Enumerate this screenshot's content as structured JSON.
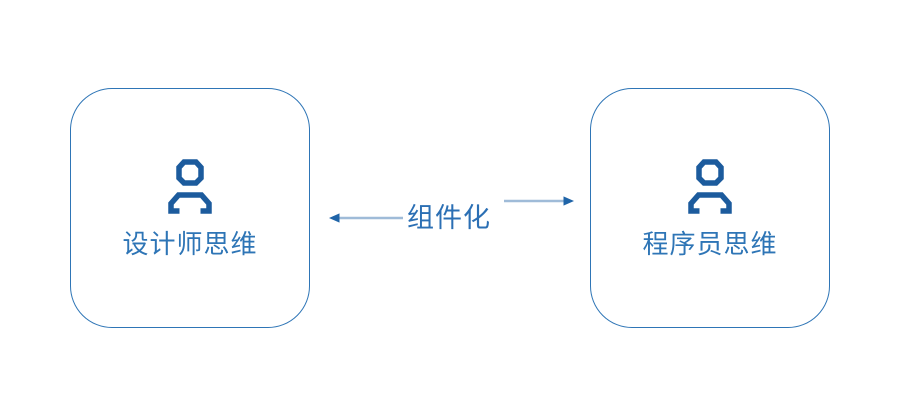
{
  "diagram": {
    "left_box": {
      "label": "设计师思维",
      "icon": "person-icon"
    },
    "right_box": {
      "label": "程序员思维",
      "icon": "person-icon"
    },
    "center_label": "组件化",
    "arrows": [
      {
        "direction": "left",
        "from": "center-label",
        "to": "left_box"
      },
      {
        "direction": "right",
        "from": "center-label",
        "to": "right_box"
      }
    ],
    "colors": {
      "box_border": "#2e75b6",
      "box_label": "#2e75b6",
      "center_label": "#2b6fb4",
      "icon": "#1c5b9d",
      "arrow_shaft": "#9fbbd8",
      "arrow_head": "#1f64a8",
      "background": "#ffffff"
    }
  }
}
